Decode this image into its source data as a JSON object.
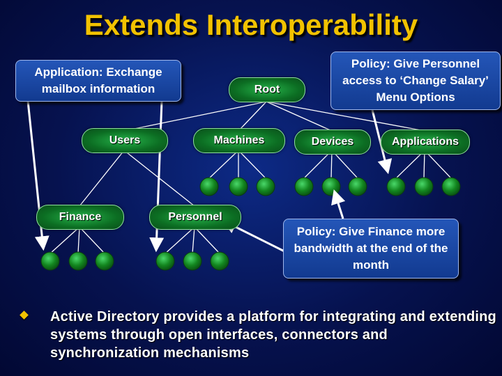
{
  "title": "Extends Interoperability",
  "nodes": {
    "root": "Root",
    "users": "Users",
    "machines": "Machines",
    "devices": "Devices",
    "applications": "Applications",
    "finance": "Finance",
    "personnel": "Personnel"
  },
  "callouts": {
    "exchange": "Application: Exchange mailbox information",
    "personnel_policy": "Policy: Give Personnel access to ‘Change Salary’ Menu Options",
    "finance_policy": "Policy: Give Finance more bandwidth at the end of the month"
  },
  "bullet": "Active Directory provides a platform for integrating and extending systems through open interfaces, connectors and synchronization mechanisms",
  "colors": {
    "title": "#f2c200",
    "node_fill": "#0c6e23",
    "policy_fill": "#1a4aa8",
    "background": "#06124f"
  }
}
